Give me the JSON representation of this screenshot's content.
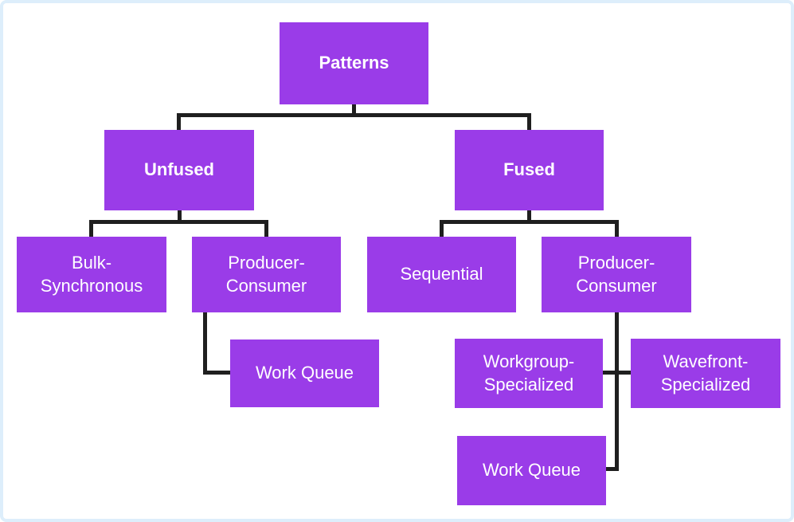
{
  "diagram": {
    "type": "tree",
    "root": "Patterns",
    "nodes": {
      "patterns": {
        "label": "Patterns",
        "level": 1
      },
      "unfused": {
        "label": "Unfused",
        "level": 2,
        "parent": "Patterns"
      },
      "fused": {
        "label": "Fused",
        "level": 2,
        "parent": "Patterns"
      },
      "bulk_synchronous": {
        "label": "Bulk-Synchronous",
        "level": 3,
        "parent": "Unfused"
      },
      "producer_consumer_left": {
        "label": "Producer-Consumer",
        "level": 3,
        "parent": "Unfused"
      },
      "sequential": {
        "label": "Sequential",
        "level": 3,
        "parent": "Fused"
      },
      "producer_consumer_right": {
        "label": "Producer-Consumer",
        "level": 3,
        "parent": "Fused"
      },
      "work_queue_left": {
        "label": "Work Queue",
        "level": 4,
        "parent": "Producer-Consumer (Unfused)"
      },
      "workgroup_specialized": {
        "label": "Workgroup-Specialized",
        "level": 4,
        "parent": "Producer-Consumer (Fused)"
      },
      "wavefront_specialized": {
        "label": "Wavefront-Specialized",
        "level": 4,
        "parent": "Producer-Consumer (Fused)"
      },
      "work_queue_right": {
        "label": "Work Queue",
        "level": 4,
        "parent": "Producer-Consumer (Fused)"
      }
    },
    "colors": {
      "node_fill": "#9a3ce8",
      "node_text": "#ffffff",
      "connector": "#1f1f1f",
      "frame": "#ddeefb",
      "background": "#ffffff"
    }
  }
}
